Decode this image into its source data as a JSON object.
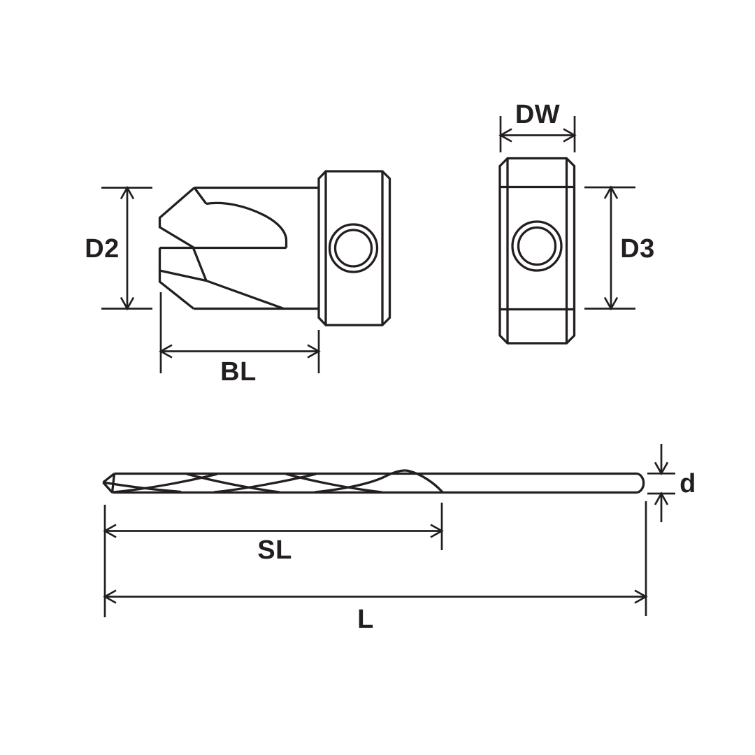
{
  "diagram": {
    "type": "technical-drawing",
    "subject": "countersink drill bit with dimension callouts",
    "line_color": "#231f20",
    "background_color": "#ffffff",
    "views": {
      "countersink_side": {
        "name": "countersink side view",
        "labels": {
          "outer_diameter": "D2",
          "body_length": "BL"
        }
      },
      "countersink_end": {
        "name": "countersink end view",
        "labels": {
          "body_width": "DW",
          "body_diameter": "D3"
        }
      },
      "drill_side": {
        "name": "drill bit side view",
        "labels": {
          "flute_length": "SL",
          "overall_length": "L",
          "shank_diameter": "d"
        }
      }
    }
  }
}
